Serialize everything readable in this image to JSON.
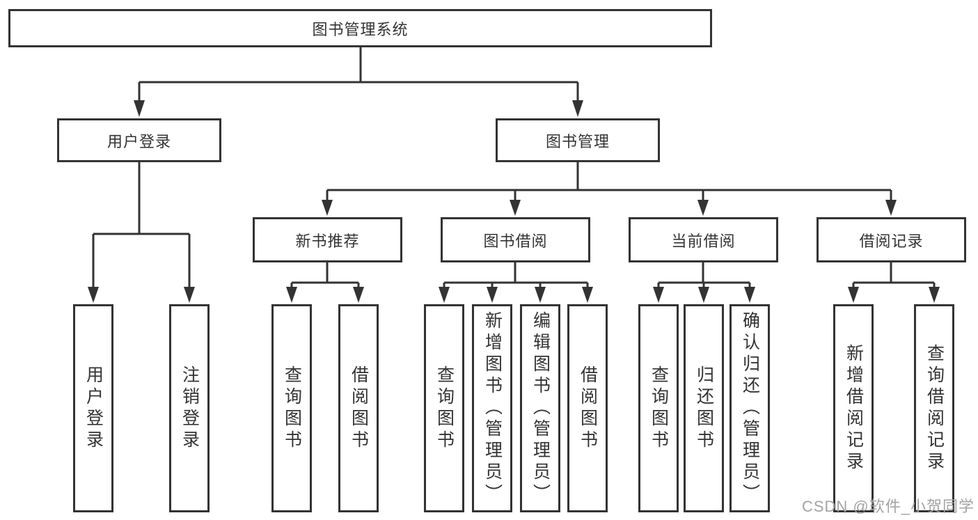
{
  "diagram_title": "图书管理系统",
  "nodes": {
    "root": "图书管理系统",
    "userLogin": "用户登录",
    "bookManagement": "图书管理",
    "newBookRecommend": "新书推荐",
    "bookBorrowing": "图书借阅",
    "currentBorrowing": "当前借阅",
    "borrowingRecords": "借阅记录"
  },
  "leaves": {
    "userLogin": "用户登录",
    "logout": "注销登录",
    "recQueryBooks": "查询图书",
    "recBorrowBooks": "借阅图书",
    "bbQueryBooks": "查询图书",
    "bbAddBooksAdmin": "新增图书（管理员）",
    "bbEditBooksAdmin": "编辑图书（管理员）",
    "bbBorrowBooks": "借阅图书",
    "cbQueryBooks": "查询图书",
    "cbReturnBooks": "归还图书",
    "cbConfirmReturnAdmin": "确认归还（管理员）",
    "brAddRecord": "新增借阅记录",
    "brQueryRecord": "查询借阅记录"
  },
  "watermark": {
    "text": "CSDN @软件_小贺同学"
  },
  "colors": {
    "line": "#333333",
    "text": "#333333",
    "watermark": "#a3a3a3",
    "background": "#ffffff"
  }
}
